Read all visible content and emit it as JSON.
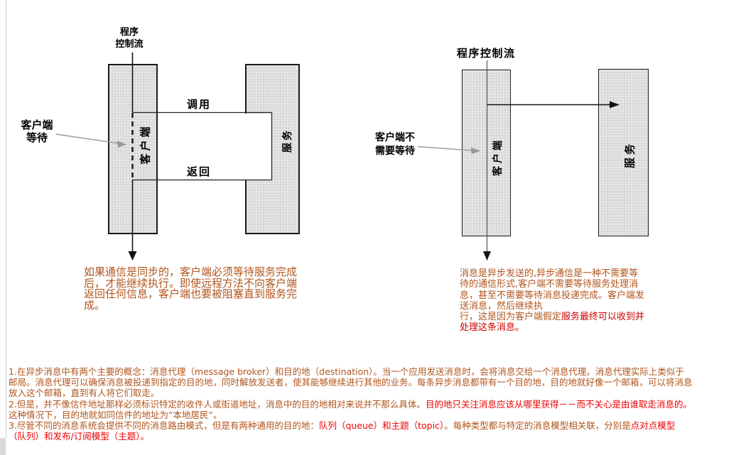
{
  "colors": {
    "orange": "#b0551d",
    "red": "#cc0000",
    "red2": "#ee0000"
  },
  "figure_left": {
    "flow_label_lines": [
      "程序",
      "控制流"
    ],
    "call_label": "调用",
    "return_label": "返回",
    "wait_label_lines": [
      "客户端",
      "等待"
    ],
    "client_label": "客户端",
    "service_label": "服务",
    "caption_lines": [
      [
        {
          "t": "如果通信是同步的，客户端必须等待服务完成",
          "c": "orange"
        }
      ],
      [
        {
          "t": "后，才能继续执行。即使远程方法不向客户端",
          "c": "orange"
        }
      ],
      [
        {
          "t": "返回任何信息，客户端也要被阻塞直到服务完",
          "c": "orange"
        }
      ],
      [
        {
          "t": "成。",
          "c": "orange"
        }
      ]
    ]
  },
  "figure_right": {
    "flow_label": "程序控制流",
    "wait_label_lines": [
      "客户端不",
      "需要等待"
    ],
    "client_label": "客户端",
    "service_label": "服务",
    "caption_lines": [
      [
        {
          "t": "消息是异步发送的,异步通信是一种不需要等",
          "c": "orange"
        }
      ],
      [
        {
          "t": "待的通信形式,客户端不需要等待服务处理消",
          "c": "orange"
        }
      ],
      [
        {
          "t": "息，甚至不需要等待消息投递完成。客户端发",
          "c": "orange"
        }
      ],
      [
        {
          "t": "送消息，然后继续执",
          "c": "orange"
        }
      ],
      [
        {
          "t": "行，这是因为客户端假定",
          "c": "orange"
        },
        {
          "t": "服务最终可以收到并",
          "c": "red"
        }
      ],
      [
        {
          "t": "处理这条消息。",
          "c": "red"
        }
      ]
    ]
  },
  "notes_lines": [
    [
      {
        "t": "1.在异步消息中有两个主要的概念：消息代理（message broker）和目的地（destination）。当一个应用发送消息时，会将消息交给一个消息代理。消息代理实际上类似于",
        "c": "orange"
      }
    ],
    [
      {
        "t": "邮局。消息代理可以确保消息被投递到指定的目的地，同时解放发送者，使其能够继续进行其他的业务。每条异步消息都带有一个目的地，目的地就好像一个邮箱，可以将消息",
        "c": "orange"
      }
    ],
    [
      {
        "t": "放入这个邮箱，直到有人将它们取走。",
        "c": "orange"
      }
    ],
    [
      {
        "t": "2.但是，并不像信件地址那样必须标识特定的收件人或街道地址，消息中的目的地相对来说并不那么具体。",
        "c": "orange"
      },
      {
        "t": "目的地只关注消息应该从哪里获得－－而不关心是由谁取走消息的。",
        "c": "red2"
      }
    ],
    [
      {
        "t": "这种情况下，目的地就如同信件的地址为“本地居民”。",
        "c": "orange"
      }
    ],
    [
      {
        "t": "3.尽管不同的消息系统会提供不同的消息路由模式，但是有两种通用的目的地：",
        "c": "orange"
      },
      {
        "t": "队列（queue）和主题（topic）",
        "c": "red2"
      },
      {
        "t": "。每种类型都与特定的消息模型相关联，分别是",
        "c": "orange"
      },
      {
        "t": "点对点模型",
        "c": "red2"
      }
    ],
    [
      {
        "t": "（队列）和发布/订阅模型（主题）。",
        "c": "red2"
      }
    ]
  ]
}
